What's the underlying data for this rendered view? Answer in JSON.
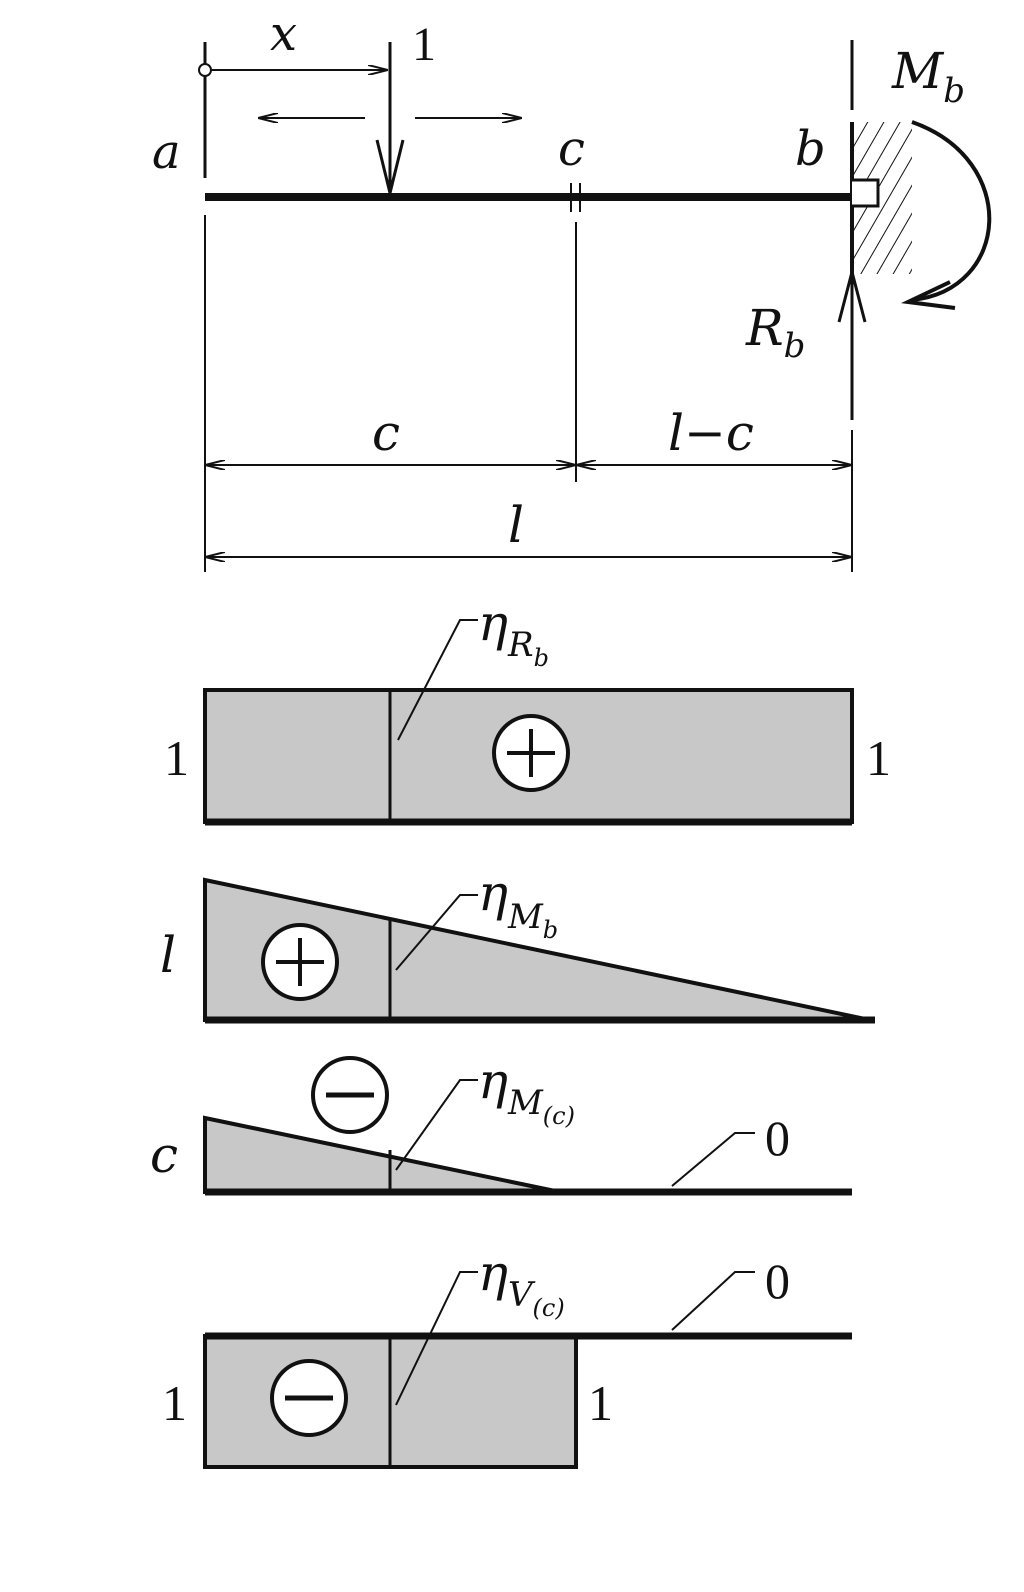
{
  "beam": {
    "label_x": "x",
    "label_load": "1",
    "label_a": "a",
    "label_c": "c",
    "label_b": "b",
    "moment_M": "M",
    "moment_sub": "b",
    "reaction_R": "R",
    "reaction_sub": "b",
    "dim_c": "c",
    "dim_l_minus_c": "l−c",
    "dim_l": "l"
  },
  "influence_lines": {
    "Rb": {
      "eta": "η",
      "sub": "R",
      "subsub": "b",
      "left_value": "1",
      "right_value": "1",
      "sign": "+"
    },
    "Mb": {
      "eta": "η",
      "sub": "M",
      "subsub": "b",
      "left_value": "l",
      "sign": "+"
    },
    "Mc": {
      "eta": "η",
      "sub": "M",
      "subsub": "(c)",
      "left_value": "c",
      "zero_label": "0",
      "sign": "−"
    },
    "Vc": {
      "eta": "η",
      "sub": "V",
      "subsub": "(c)",
      "left_value": "1",
      "right_value": "1",
      "zero_label": "0",
      "sign": "−"
    }
  }
}
